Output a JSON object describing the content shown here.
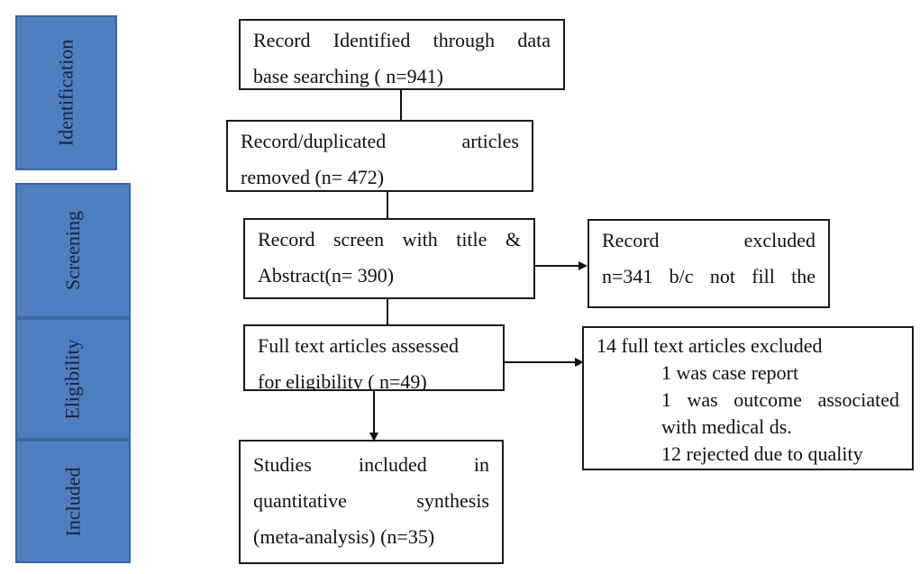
{
  "phases": {
    "identification": "Identification",
    "screening": "Screening",
    "eligibility": "Eligibility",
    "included": "Included"
  },
  "boxes": {
    "identified": {
      "line1": [
        "Record",
        "Identified",
        "through",
        "data"
      ],
      "line2": "base searching ( n=941)"
    },
    "duplicates": {
      "line1": [
        "Record/duplicated",
        "articles"
      ],
      "line2": "removed (n= 472)"
    },
    "screened": {
      "line1": [
        "Record",
        "screen",
        "with",
        "title",
        "&"
      ],
      "line2": "Abstract(n= 390)"
    },
    "excluded_screen": {
      "line1": [
        "Record",
        "excluded"
      ],
      "line2": [
        "n=341",
        "b/c",
        "not",
        "fill",
        "the"
      ]
    },
    "full_text": {
      "line1": "Full text articles assessed",
      "line2": "for eligibility ( n=49)"
    },
    "excluded_full": {
      "title": "14 full text articles excluded",
      "item1": "1 was case report",
      "item2": [
        "1",
        "was",
        "outcome",
        "associated"
      ],
      "item2b": "with medical ds.",
      "item3": "12 rejected due to quality"
    },
    "included": {
      "line1": [
        "Studies",
        "included",
        "in"
      ],
      "line2": [
        "quantitative",
        "synthesis"
      ],
      "line3": "(meta-analysis) (n=35)"
    }
  }
}
